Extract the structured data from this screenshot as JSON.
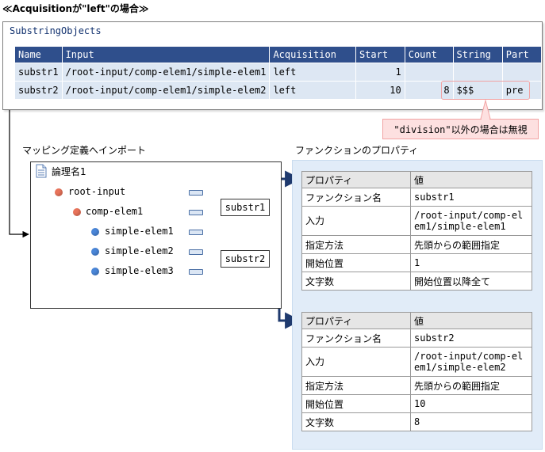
{
  "heading": "≪Acquisitionが\"left\"の場合≫",
  "substring_objects": {
    "title": "SubstringObjects",
    "columns": [
      "Name",
      "Input",
      "Acquisition",
      "Start",
      "Count",
      "String",
      "Part"
    ],
    "rows": [
      {
        "name": "substr1",
        "input": "/root-input/comp-elem1/simple-elem1",
        "acquisition": "left",
        "start": "1",
        "count": "",
        "string": "",
        "part": ""
      },
      {
        "name": "substr2",
        "input": "/root-input/comp-elem1/simple-elem2",
        "acquisition": "left",
        "start": "10",
        "count": "8",
        "string": "$$$",
        "part": "pre"
      }
    ]
  },
  "note": "\"division\"以外の場合は無視",
  "mapping": {
    "label": "マッピング定義へインポート",
    "root_name": "論理名1",
    "nodes": {
      "root_input": "root-input",
      "comp_elem1": "comp-elem1",
      "simple_elem1": "simple-elem1",
      "simple_elem2": "simple-elem2",
      "simple_elem3": "simple-elem3"
    },
    "functions": {
      "f1": "substr1",
      "f2": "substr2"
    }
  },
  "properties": {
    "label": "ファンクションのプロパティ",
    "tables": [
      {
        "header": [
          "プロパティ",
          "値"
        ],
        "rows": [
          [
            "ファンクション名",
            "substr1"
          ],
          [
            "入力",
            "/root-input/comp-elem1/simple-elem1"
          ],
          [
            "指定方法",
            "先頭からの範囲指定"
          ],
          [
            "開始位置",
            "1"
          ],
          [
            "文字数",
            "開始位置以降全て"
          ]
        ]
      },
      {
        "header": [
          "プロパティ",
          "値"
        ],
        "rows": [
          [
            "ファンクション名",
            "substr2"
          ],
          [
            "入力",
            "/root-input/comp-elem1/simple-elem2"
          ],
          [
            "指定方法",
            "先頭からの範囲指定"
          ],
          [
            "開始位置",
            "10"
          ],
          [
            "文字数",
            "8"
          ]
        ]
      }
    ]
  },
  "colors": {
    "table_header": "#2f4f8c",
    "table_cell": "#dde7f3",
    "note_bg": "#fde0e0",
    "note_border": "#f2a3a3",
    "property_panel": "#e1ecf8",
    "arrow": "#1f3a6e",
    "complex_node": "#e8735a",
    "simple_node": "#4a86d8"
  },
  "icons": {
    "root": "document-icon",
    "complex": "complex-node-icon",
    "simple": "simple-node-icon",
    "port": "port-icon"
  }
}
